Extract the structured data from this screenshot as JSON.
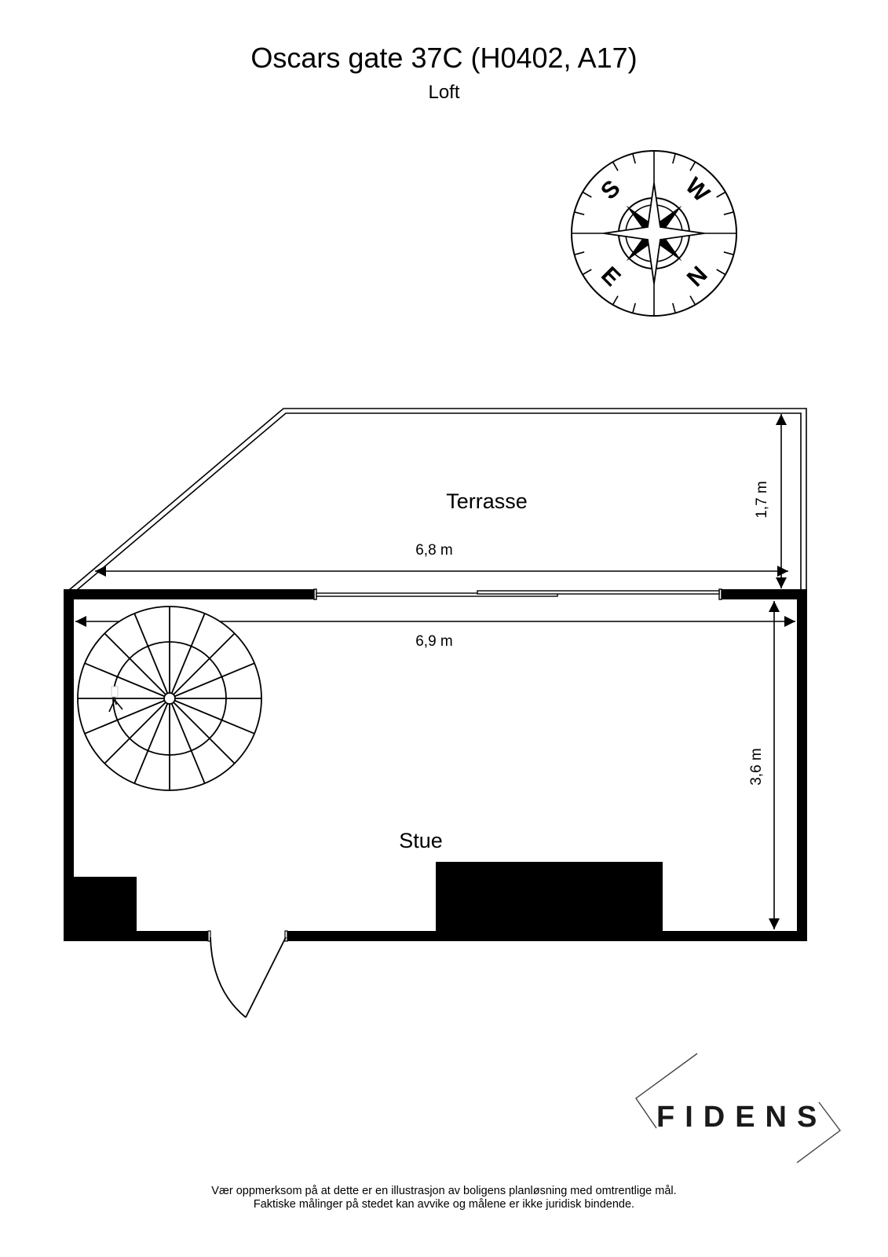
{
  "header": {
    "title": "Oscars gate 37C (H0402, A17)",
    "floor": "Loft"
  },
  "compass": {
    "icon": "compass-rose-icon",
    "letters": {
      "north": "N",
      "south": "S",
      "east": "E",
      "west": "W"
    },
    "north_rotation_deg": 135
  },
  "rooms": [
    {
      "name": "Terrasse"
    },
    {
      "name": "Stue"
    }
  ],
  "dimensions": {
    "terrasse_width": "6,8 m",
    "terrasse_depth": "1,7 m",
    "stue_width": "6,9 m",
    "stue_depth": "3,6 m"
  },
  "fixtures": {
    "staircase": "spiral-staircase",
    "door": "entrance-door",
    "sliding_door": "terrace-sliding-door"
  },
  "logo": {
    "text": "FIDENS"
  },
  "disclaimer": {
    "line1": "Vær oppmerksom på at dette er en illustrasjon av boligens planløsning med omtrentlige mål.",
    "line2": "Faktiske målinger på stedet kan avvike og målene er ikke juridisk bindende."
  },
  "colors": {
    "ink": "#000000",
    "background": "#ffffff",
    "logo": "#1a1a1a"
  }
}
